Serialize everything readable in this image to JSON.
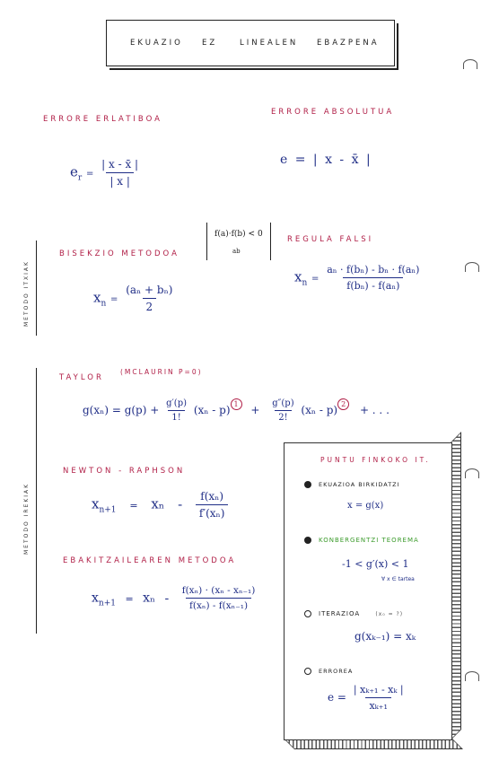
{
  "title": {
    "w1": "EKUAZIO",
    "w2": "EZ",
    "w3": "LINEALEN",
    "w4": "EBAZPENA"
  },
  "errors": {
    "relative_label": "ERRORE ERLATIBOA",
    "absolute_label": "ERRORE ABSOLUTUA",
    "relative_lhs": "e",
    "relative_sub": "r",
    "relative_num": "| x - x̄ |",
    "relative_den": "| x |",
    "absolute_formula": "e = | x - x̄ |"
  },
  "bisection": {
    "label": "BISEKZIO METODOA",
    "condition_top": "f(a)·f(b) < 0",
    "condition_bottom": "ab",
    "formula_lhs": "x",
    "formula_sub": "n",
    "formula_eq": "=",
    "formula_num": "(aₙ + bₙ)",
    "formula_den": "2"
  },
  "regula_falsi": {
    "label": "REGULA FALSI",
    "formula_lhs": "x",
    "formula_sub": "n",
    "formula_eq": "=",
    "formula_num": "aₙ · f(bₙ) - bₙ · f(aₙ)",
    "formula_den": "f(bₙ) - f(aₙ)"
  },
  "side_labels": {
    "top": "METODO ITXIAK",
    "bottom": "METODO IREKIAK"
  },
  "taylor": {
    "label": "TAYLOR",
    "paren": "(MCLAURIN  P=0)",
    "lhs": "g(xₙ) = g(p) +",
    "t1_num": "g′(p)",
    "t1_den": "1!",
    "t1_rest": "(xₙ - p)",
    "t1_pow": "1",
    "plus": "+",
    "t2_num": "g″(p)",
    "t2_den": "2!",
    "t2_rest": "(xₙ - p)",
    "t2_pow": "2",
    "tail": "+ . . ."
  },
  "newton": {
    "label": "NEWTON - RAPHSON",
    "lhs": "x",
    "lhs_sub": "n+1",
    "eq": "=",
    "term": "xₙ",
    "minus": "-",
    "num": "f(xₙ)",
    "den": "f′(xₙ)"
  },
  "secant": {
    "label": "EBAKITZAILEAREN METODOA",
    "lhs": "x",
    "lhs_sub": "n+1",
    "eq": "=",
    "term": "xₙ",
    "minus": "-",
    "num": "f(xₙ) · (xₙ - xₙ₋₁)",
    "den": "f(xₙ) - f(xₙ₋₁)"
  },
  "fixed_point": {
    "title": "PUNTU FINKOKO IT.",
    "i1_label": "EKUAZIOA BIRKIDATZI",
    "i1_formula": "x = g(x)",
    "i2_label": "KONBERGENTZI TEOREMA",
    "i2_formula": "-1 < g′(x) < 1",
    "i2_note": "∀ x ∈ tartea",
    "i3_label": "ITERAZIOA",
    "i3_note": "(x₀ = ?)",
    "i3_formula": "g(xₖ₋₁) = xₖ",
    "i4_label": "ERROREA",
    "i4_lhs": "e =",
    "i4_num": "| xₖ₊₁ - xₖ |",
    "i4_den": "xₖ₊₁"
  },
  "colors": {
    "heading": "#b01e46",
    "ink": "#1f2d86",
    "theorem": "#3a9a2a"
  }
}
